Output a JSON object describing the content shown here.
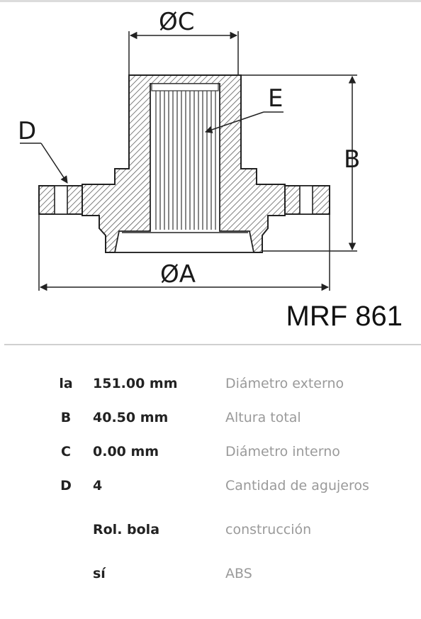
{
  "diagram": {
    "labels": {
      "c": "ØC",
      "e": "E",
      "d": "D",
      "b": "B",
      "a": "ØA"
    }
  },
  "product_code": "MRF 861",
  "specs": [
    {
      "key": "la",
      "value": "151.00 mm",
      "description": "Diámetro externo"
    },
    {
      "key": "B",
      "value": "40.50 mm",
      "description": "Altura total"
    },
    {
      "key": "C",
      "value": "0.00 mm",
      "description": "Diámetro interno"
    },
    {
      "key": "D",
      "value": "4",
      "description": "Cantidad de agujeros"
    },
    {
      "key": "",
      "value": "Rol. bola",
      "description": "construcción"
    },
    {
      "key": "",
      "value": "sí",
      "description": "ABS"
    }
  ]
}
